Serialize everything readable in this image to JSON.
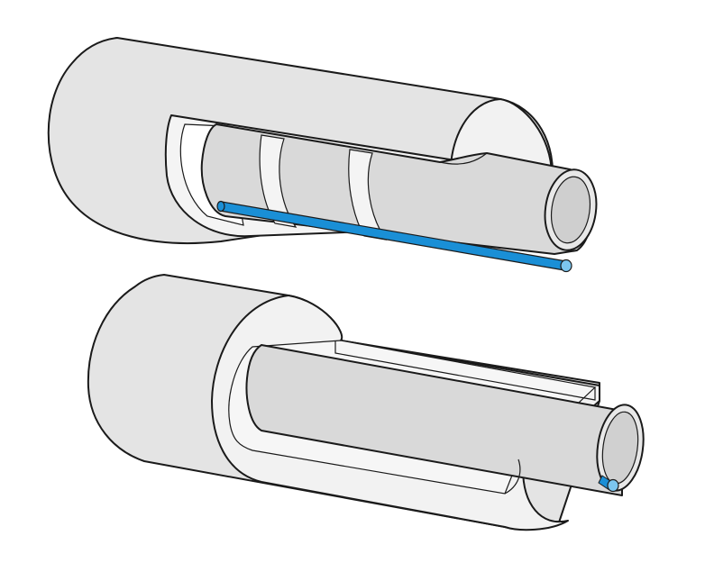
{
  "colors": {
    "background": "#ffffff",
    "jacket_body": "#e4e4e4",
    "jacket_end_face": "#f2f2f2",
    "pipe": "#d9d9d9",
    "pipe_inner": "#cfcfcf",
    "band": "#f4f4f4",
    "tracer": "#1a8fd6",
    "tracer_end": "#7cc6ef",
    "outline": "#1a1a1a"
  },
  "components": {
    "upper_assembly": {
      "items": [
        "outer-jacket",
        "cut-away-window",
        "inner-pipe",
        "spacer-band",
        "spacer-band",
        "tracer-line"
      ]
    },
    "lower_assembly": {
      "items": [
        "outer-jacket",
        "cut-away-section",
        "insulation-channel",
        "inner-pipe",
        "tracer-line-end"
      ]
    }
  }
}
